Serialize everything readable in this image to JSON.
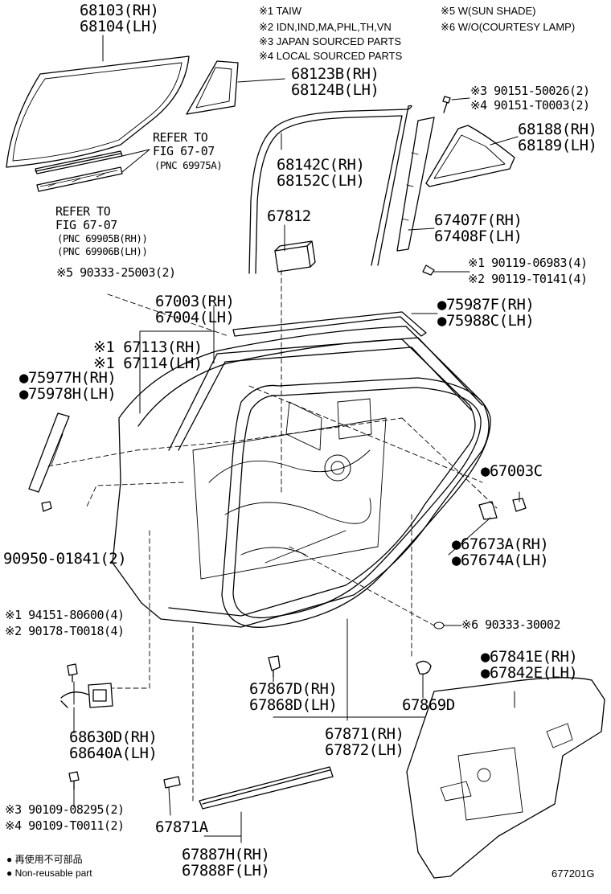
{
  "notes": [
    "※1 TAIW",
    "※2 IDN,IND,MA,PHL,TH,VN",
    "※3 JAPAN SOURCED PARTS",
    "※4 LOCAL SOURCED PARTS",
    "※5 W(SUN SHADE)",
    "※6 W/O(COURTESY LAMP)"
  ],
  "parts": {
    "p68103": "68103(RH)",
    "p68104": "68104(LH)",
    "p68123": "68123B(RH)",
    "p68124": "68124B(LH)",
    "s90151a": "※3 90151-50026(2)",
    "s90151b": "※4 90151-T0003(2)",
    "p68188": "68188(RH)",
    "p68189": "68189(LH)",
    "ref1a": "REFER TO",
    "ref1b": "FIG 67-07",
    "ref1c": "(PNC 69975A)",
    "p68142": "68142C(RH)",
    "p68152": "68152C(LH)",
    "ref2a": "REFER TO",
    "ref2b": "FIG 67-07",
    "ref2c": "(PNC 69905B(RH))",
    "ref2d": "(PNC 69906B(LH))",
    "p67812": "67812",
    "p67407": "67407F(RH)",
    "p67408": "67408F(LH)",
    "s90119a": "※1 90119-06983(4)",
    "s90119b": "※2 90119-T0141(4)",
    "s90333a": "※5 90333-25003(2)",
    "p67003": "67003(RH)",
    "p67004": "67004(LH)",
    "p75987": "●75987F(RH)",
    "p75988": "●75988C(LH)",
    "p67113": "※1 67113(RH)",
    "p67114": "※1 67114(LH)",
    "p75977": "●75977H(RH)",
    "p75978": "●75978H(LH)",
    "p67003c": "●67003C",
    "p90950": "90950-01841(2)",
    "p67673": "●67673A(RH)",
    "p67674": "●67674A(LH)",
    "s94151": "※1 94151-80600(4)",
    "s90178": "※2 90178-T0018(4)",
    "s90333b": "※6 90333-30002",
    "p67841": "●67841E(RH)",
    "p67842": "●67842E(LH)",
    "p67867": "67867D(RH)",
    "p67868": "67868D(LH)",
    "p67869": "67869D",
    "p68630": "68630D(RH)",
    "p68640": "68640A(LH)",
    "p67871": "67871(RH)",
    "p67872": "67872(LH)",
    "s90109a": "※3 90109-08295(2)",
    "s90109b": "※4 90109-T0011(2)",
    "p67871a": "67871A",
    "p67887": "67887H(RH)",
    "p67888": "67888F(LH)"
  },
  "legend": {
    "line1": "● 再使用不可部品",
    "line2": "● Non-reusable part"
  },
  "figure_code": "677201G"
}
